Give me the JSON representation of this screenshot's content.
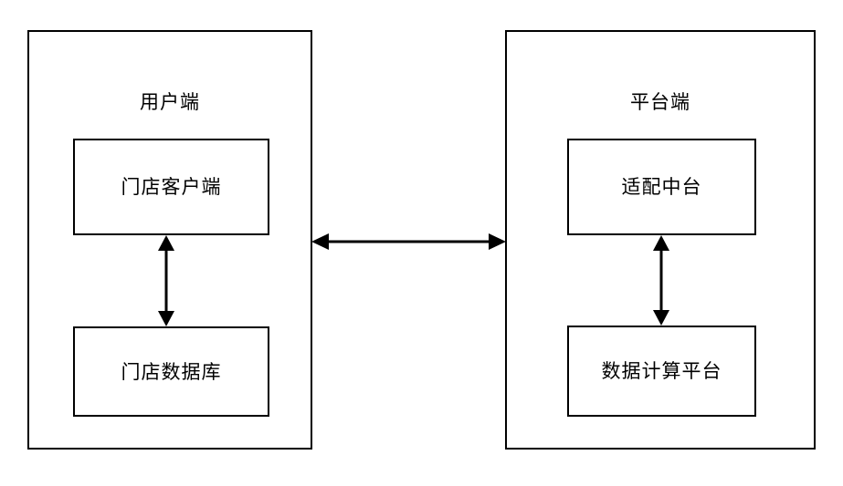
{
  "diagram": {
    "type": "block-diagram",
    "background_color": "#ffffff",
    "line_color": "#000000",
    "panels": [
      {
        "id": "client-side",
        "title": "用户端",
        "nodes": [
          {
            "id": "store-client",
            "label": "门店客户端"
          },
          {
            "id": "store-database",
            "label": "门店数据库"
          }
        ],
        "internal_connector": {
          "id": "client-internal-link",
          "from": "store-client",
          "to": "store-database",
          "direction": "bidirectional"
        }
      },
      {
        "id": "platform-side",
        "title": "平台端",
        "nodes": [
          {
            "id": "adaptation-middle-platform",
            "label": "适配中台"
          },
          {
            "id": "data-computing-platform",
            "label": "数据计算平台"
          }
        ],
        "internal_connector": {
          "id": "platform-internal-link",
          "from": "adaptation-middle-platform",
          "to": "data-computing-platform",
          "direction": "bidirectional"
        }
      }
    ],
    "cross_connector": {
      "id": "client-platform-link",
      "from": "client-side",
      "to": "platform-side",
      "direction": "bidirectional",
      "label": ""
    }
  }
}
